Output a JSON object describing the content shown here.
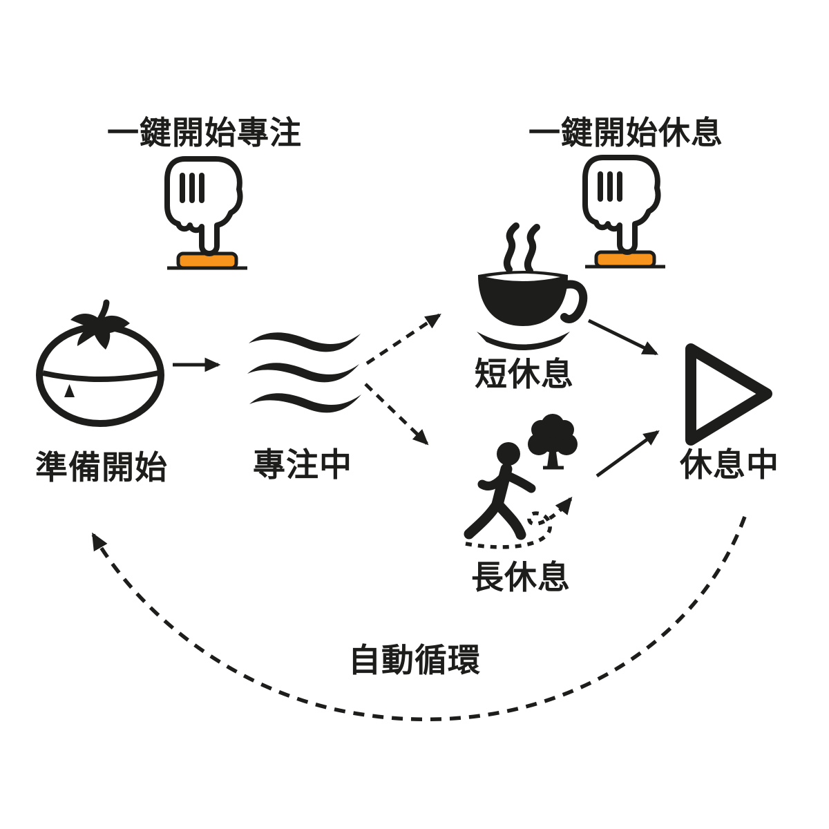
{
  "figure": {
    "background_color": "#ffffff",
    "ink_color": "#1d1d1b",
    "button_color": "#F7941E"
  },
  "annotations": {
    "start_focus": "一鍵開始專注",
    "start_break": "一鍵開始休息",
    "auto_cycle": "自動循環"
  },
  "nodes": {
    "ready": {
      "label": "準備開始",
      "icon": "tomato-timer-icon"
    },
    "focusing": {
      "label": "專注中",
      "icon": "focus-waves-icon"
    },
    "short_break": {
      "label": "短休息",
      "icon": "coffee-cup-icon"
    },
    "long_break": {
      "label": "長休息",
      "icon": "walking-person-tree-icon"
    },
    "resting": {
      "label": "休息中",
      "icon": "play-icon"
    }
  },
  "edges": [
    {
      "from": "ready",
      "to": "focusing",
      "style": "solid"
    },
    {
      "from": "focusing",
      "to": "short_break",
      "style": "dashed"
    },
    {
      "from": "focusing",
      "to": "long_break",
      "style": "dashed"
    },
    {
      "from": "short_break",
      "to": "resting",
      "style": "solid"
    },
    {
      "from": "long_break",
      "to": "resting",
      "style": "solid"
    },
    {
      "from": "resting",
      "to": "ready",
      "style": "dashed-arc",
      "label": "自動循環"
    }
  ]
}
